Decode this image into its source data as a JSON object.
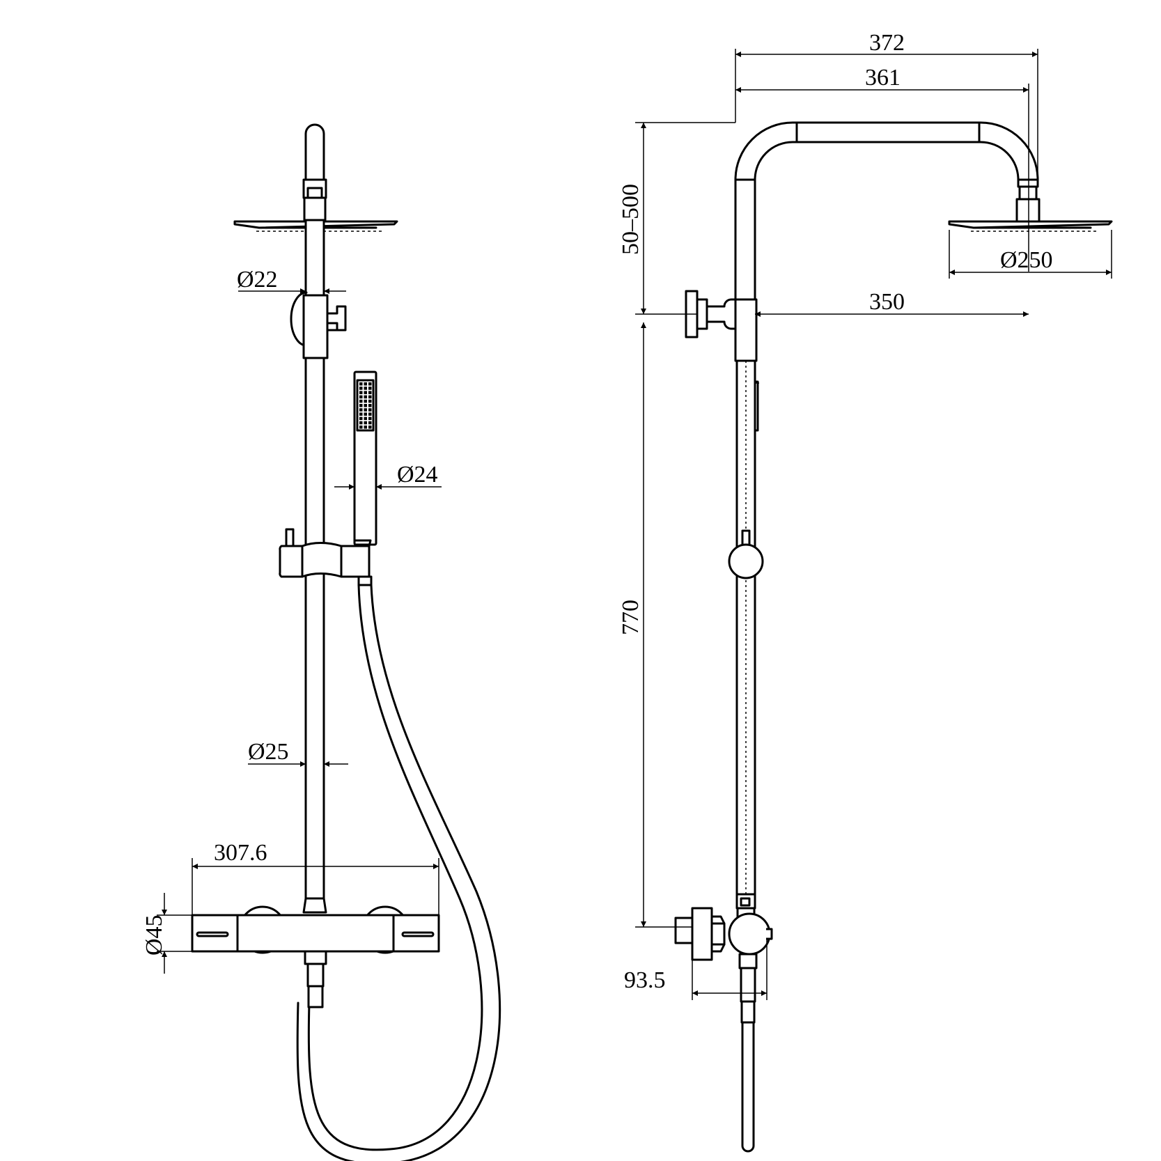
{
  "dimensions": {
    "front_head_arm_diameter": "Ø22",
    "hand_shower_diameter": "Ø24",
    "riser_diameter": "Ø25",
    "mixer_width": "307.6",
    "mixer_diameter": "Ø45",
    "arm_outer_reach": "372",
    "arm_reach": "361",
    "head_diameter": "Ø250",
    "wall_to_head": "350",
    "height_adjust": "50–500",
    "riser_height": "770",
    "mixer_projection": "93.5"
  }
}
